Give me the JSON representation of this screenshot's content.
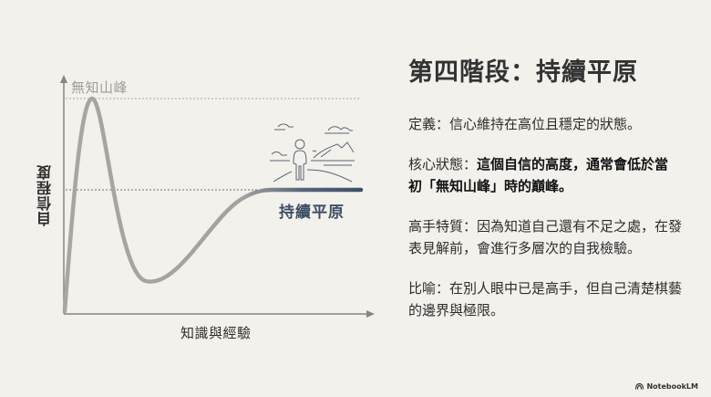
{
  "chart_data": {
    "type": "line",
    "title": "",
    "xlabel": "知識與經驗",
    "ylabel": "自信程度",
    "annotations": [
      {
        "text": "無知山峰",
        "position": "peak",
        "style": "gray"
      },
      {
        "text": "持續平原",
        "position": "plateau",
        "style": "dark-blue-bold"
      }
    ],
    "reference_lines": [
      {
        "type": "dotted-horizontal",
        "level": "peak"
      },
      {
        "type": "dotted-horizontal",
        "level": "plateau"
      }
    ],
    "series": [
      {
        "name": "confidence-curve",
        "x": [
          0,
          5,
          10,
          15,
          20,
          25,
          30,
          40,
          50,
          60,
          70,
          80,
          90,
          100
        ],
        "values": [
          0,
          80,
          100,
          70,
          25,
          15,
          18,
          35,
          55,
          66,
          70,
          70,
          70,
          70
        ]
      }
    ],
    "grid": false,
    "legend": "none",
    "ylim": [
      0,
      110
    ],
    "xlim": [
      0,
      100
    ]
  },
  "chart": {
    "peak_label": "無知山峰",
    "y_axis_label": "自信程度",
    "x_axis_label": "知識與經驗",
    "plateau_label": "持續平原",
    "illustration": "person-overlooking-landscape-icon"
  },
  "panel": {
    "title": "第四階段：持續平原",
    "definition": "定義：信心維持在高位且穩定的狀態。",
    "core_prefix": "核心狀態：",
    "core_bold": "這個自信的高度，通常會低於當初「無知山峰」時的巔峰。",
    "expert": "高手特質：因為知道自己還有不足之處，在發表見解前，會進行多層次的自我檢驗。",
    "metaphor": "比喻：在別人眼中已是高手，但自己清楚棋藝的邊界與極限。"
  },
  "brand": {
    "label": "NotebookLM"
  },
  "colors": {
    "background": "#f3f1ec",
    "curve_gray": "#a6a4a0",
    "curve_blue": "#3d4f66",
    "axis": "#808080"
  }
}
